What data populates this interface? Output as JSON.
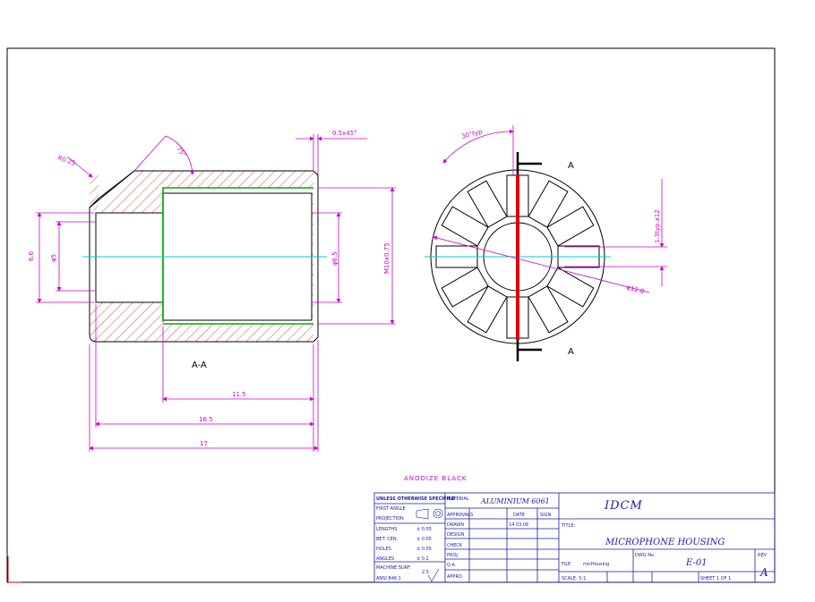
{
  "drawing": {
    "section_label": "A-A",
    "cut_label_top": "A",
    "cut_label_bottom": "A",
    "note": "ANODIZE BLACK",
    "dimensions": {
      "chamfer_top": "R0.25",
      "angle": "75°",
      "chamfer_edge": "0.5x45°",
      "dia_outer_left": "6.6",
      "dia_bore": "φ5",
      "dia_inner": "φ6.5",
      "thread": "M10x0.75",
      "len_11_5": "11.5",
      "len_16_5": "16.5",
      "len_17": "17",
      "angle_typ": "30°typ",
      "slot_width": "1.3typ.x12",
      "dia_circle": "φ12.8"
    }
  },
  "title_block": {
    "tolerance_header": "UNLESS OTHERWISE SPECIFIED",
    "first_angle": "FIRST ANGLE",
    "projection": "PROJECTION",
    "tolerances": [
      {
        "label": "LENGTHS",
        "value": "± 0.05"
      },
      {
        "label": "BET. CEN.",
        "value": "± 0.05"
      },
      {
        "label": "HOLES",
        "value": "± 0.05"
      },
      {
        "label": "ANGLES",
        "value": "± 0.2"
      }
    ],
    "machine_surf": "MACHINE SURF.",
    "machine_surf_value": "2.5",
    "standard": "ANSI B46.1",
    "material_label": "MATERIAL",
    "material": "ALUMINIUM 6061",
    "approvals": "APPROVALS",
    "date_header": "DATE",
    "sign_header": "SIGN",
    "approval_rows": [
      "DRAWN",
      "DESIGN",
      "CHECK",
      "PROJ.",
      "Q.A.",
      "APPRO."
    ],
    "drawn_date": "14.03.06",
    "company": "IDCM",
    "title_label": "TITLE:",
    "title": "MICROPHONE HOUSING",
    "file_label": "FILE",
    "file": "micHousing",
    "dwg_no_label": "DWG No.",
    "dwg_no": "E-01",
    "rev_label": "REV",
    "rev": "A",
    "scale": "SCALE: 5:1",
    "sheet": "SHEET 1 OF 1"
  },
  "colors": {
    "outline": "#000000",
    "dimension": "#cc00cc",
    "hatch": "#cc2222",
    "thread": "#00aa00",
    "centerline": "#00cccc",
    "section_cut": "#dd0000",
    "title_block": "#1a1aaa"
  }
}
